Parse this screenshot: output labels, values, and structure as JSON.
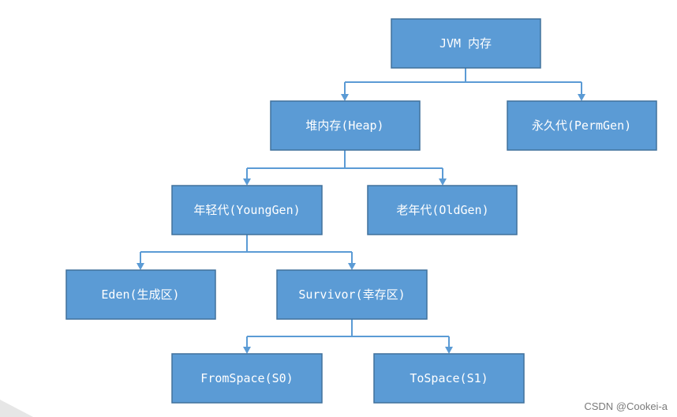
{
  "diagram": {
    "nodes": {
      "jvm": "JVM 内存",
      "heap": "堆内存(Heap)",
      "perm": "永久代(PermGen)",
      "young": "年轻代(YoungGen)",
      "old": "老年代(OldGen)",
      "eden": "Eden(生成区)",
      "survivor": "Survivor(幸存区)",
      "from": "FromSpace(S0)",
      "to": "ToSpace(S1)"
    },
    "colors": {
      "box_fill": "#5b9bd5",
      "box_border": "#41719c",
      "connector": "#5b9bd5",
      "label_text": "#ffffff"
    }
  },
  "watermark": "CSDN @Cookei-a"
}
